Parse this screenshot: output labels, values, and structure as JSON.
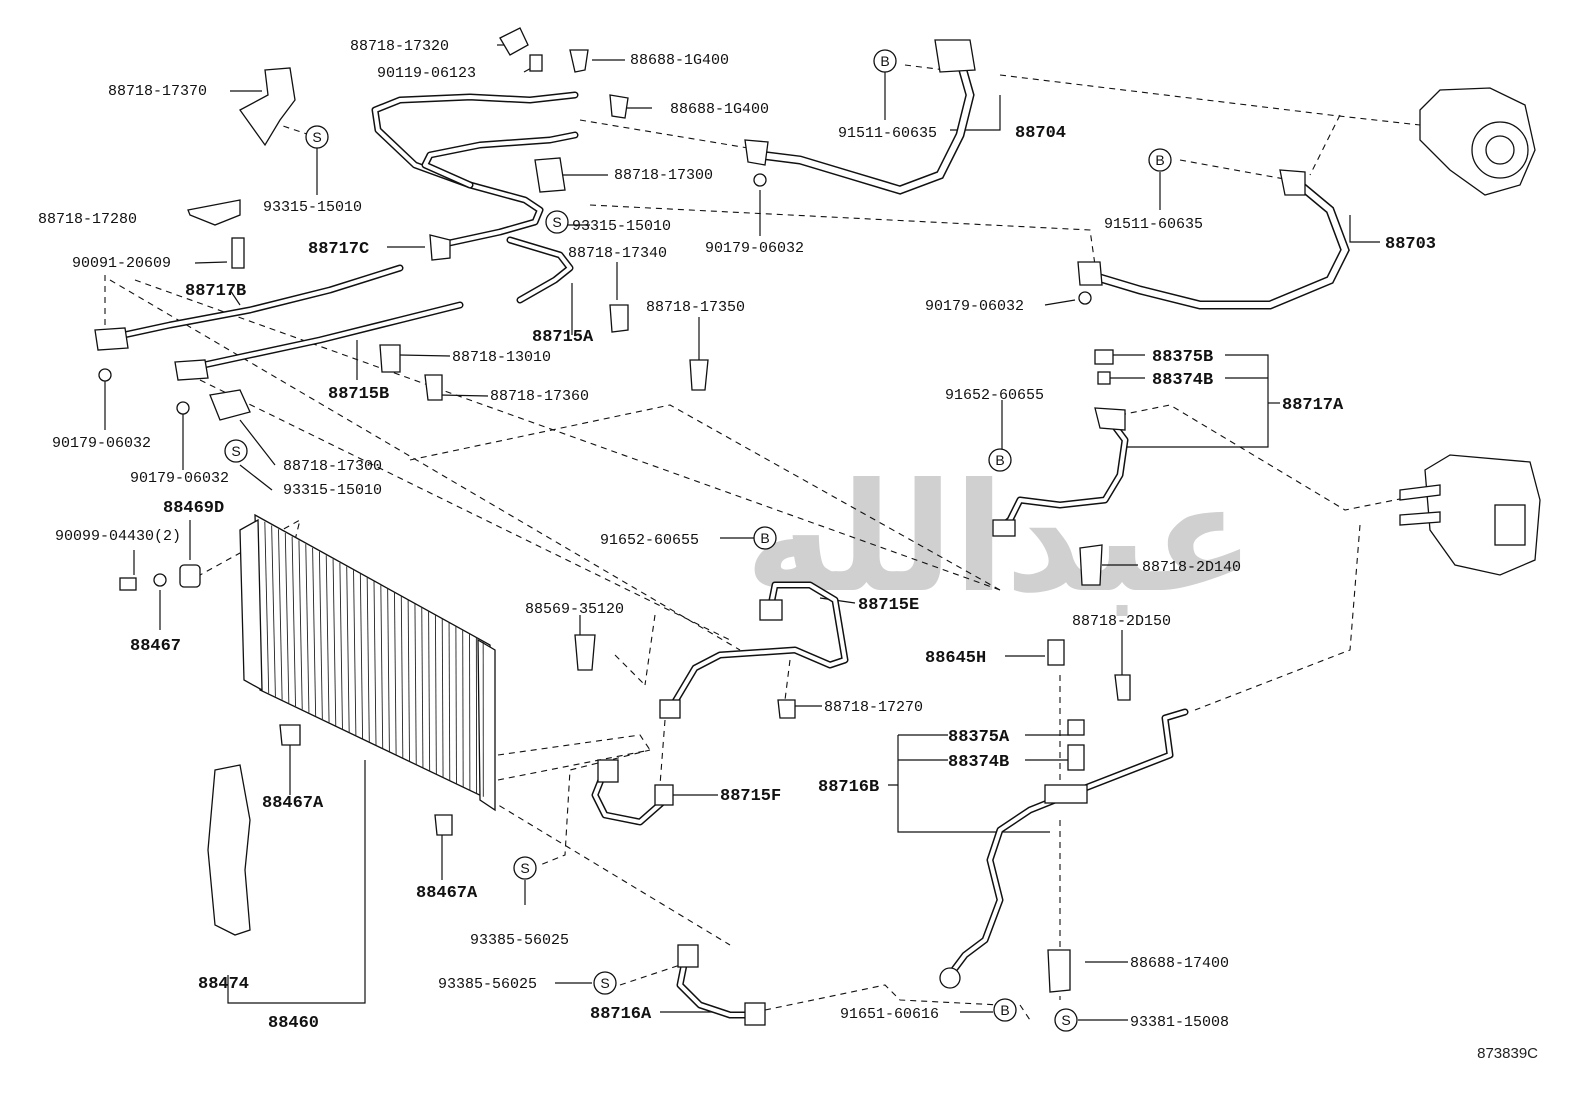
{
  "diagram": {
    "ref_code": "873839C",
    "watermark": "ﻋﺒﺪﺍﻟﻠﻪ",
    "symbols": {
      "s": "S",
      "b": "B"
    },
    "labels": {
      "p88718_17320": "88718-17320",
      "p90119_06123": "90119-06123",
      "p88688_1g400_a": "88688-1G400",
      "p88688_1g400_b": "88688-1G400",
      "p88718_17370": "88718-17370",
      "p93315_15010_a": "93315-15010",
      "p88718_17280": "88718-17280",
      "p90091_20609": "90091-20609",
      "p88717b": "88717B",
      "p88717c": "88717C",
      "p88718_17300_a": "88718-17300",
      "p93315_15010_b": "93315-15010",
      "p88718_17340": "88718-17340",
      "p88715a": "88715A",
      "p88718_17350": "88718-17350",
      "p91511_60635_a": "91511-60635",
      "p88704": "88704",
      "p90179_06032_a": "90179-06032",
      "p91511_60635_b": "91511-60635",
      "p88703": "88703",
      "p90179_06032_b": "90179-06032",
      "p88718_13010": "88718-13010",
      "p88715b": "88715B",
      "p88718_17360": "88718-17360",
      "p90179_06032_c": "90179-06032",
      "p90179_06032_d": "90179-06032",
      "p88718_17300_b": "88718-17300",
      "p93315_15010_c": "93315-15010",
      "p88469d": "88469D",
      "p90099_04430": "90099-04430(2)",
      "p88467": "88467",
      "p88375b": "88375B",
      "p88374b_a": "88374B",
      "p88717a": "88717A",
      "p91652_60655_a": "91652-60655",
      "p91652_60655_b": "91652-60655",
      "p88715e": "88715E",
      "p88718_2d140": "88718-2D140",
      "p88569_35120": "88569-35120",
      "p88718_2d150": "88718-2D150",
      "p88645h": "88645H",
      "p88718_17270": "88718-17270",
      "p88375a": "88375A",
      "p88374b_b": "88374B",
      "p88716b": "88716B",
      "p88467a_a": "88467A",
      "p88715f": "88715F",
      "p88467a_b": "88467A",
      "p93385_56025_a": "93385-56025",
      "p93385_56025_b": "93385-56025",
      "p88474": "88474",
      "p88460": "88460",
      "p88716a": "88716A",
      "p91651_60616": "91651-60616",
      "p88688_17400": "88688-17400",
      "p93381_15008": "93381-15008"
    }
  }
}
